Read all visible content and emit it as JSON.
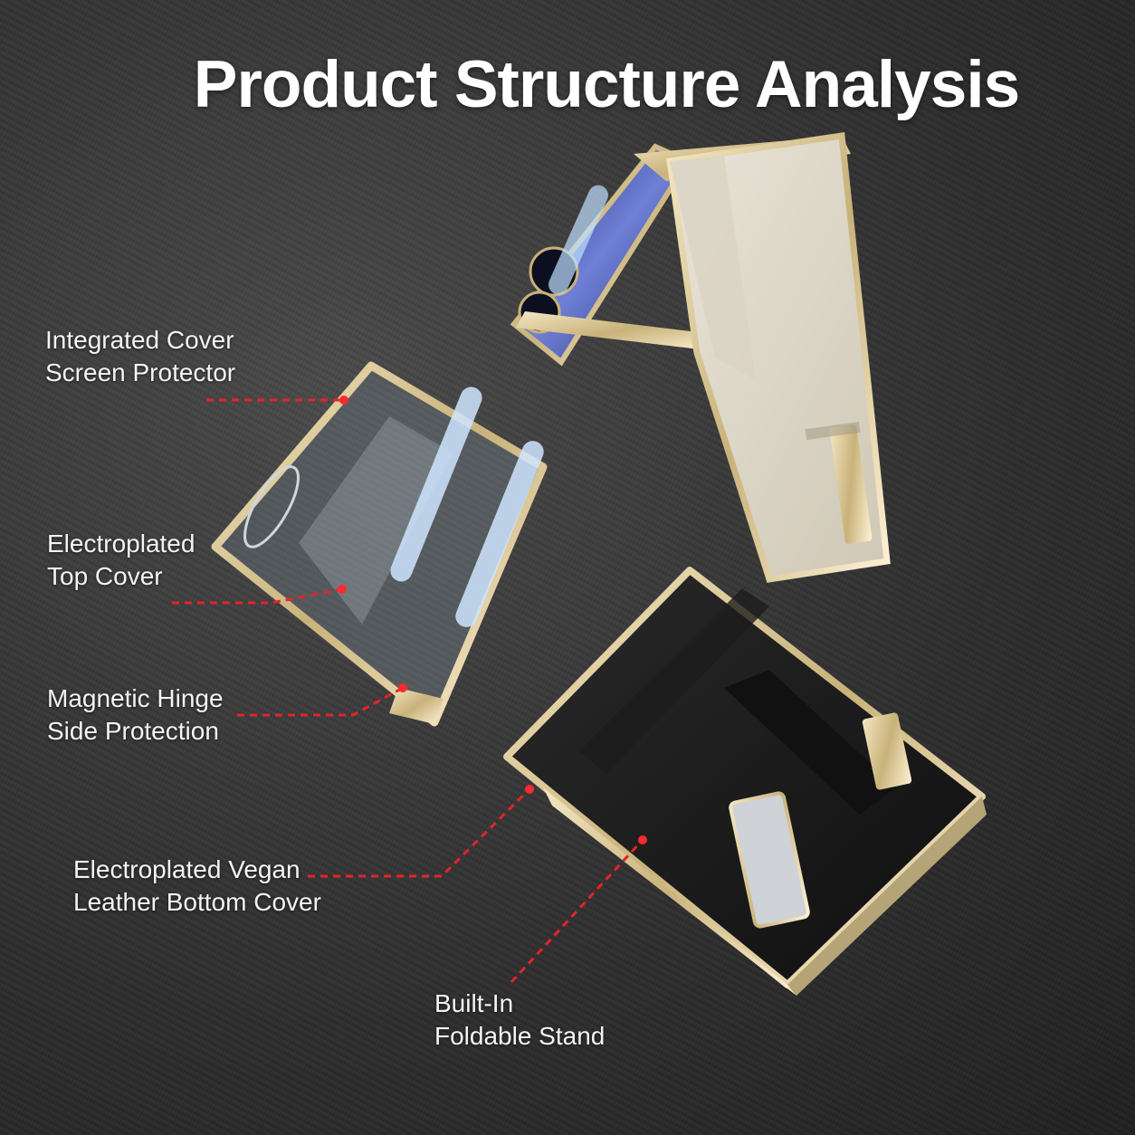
{
  "title": "Product Structure Analysis",
  "accent_color": "#e3242b",
  "gold_color": "#d9c58f",
  "labels": {
    "cover_screen": {
      "line1": "Integrated Cover",
      "line2": "Screen Protector"
    },
    "top_cover": {
      "line1": "Electroplated",
      "line2": "Top Cover"
    },
    "hinge": {
      "line1": "Magnetic Hinge",
      "line2": "Side Protection"
    },
    "bottom_cover": {
      "line1": "Electroplated Vegan",
      "line2": "Leather Bottom Cover"
    },
    "stand": {
      "line1": "Built-In",
      "line2": "Foldable Stand"
    }
  }
}
